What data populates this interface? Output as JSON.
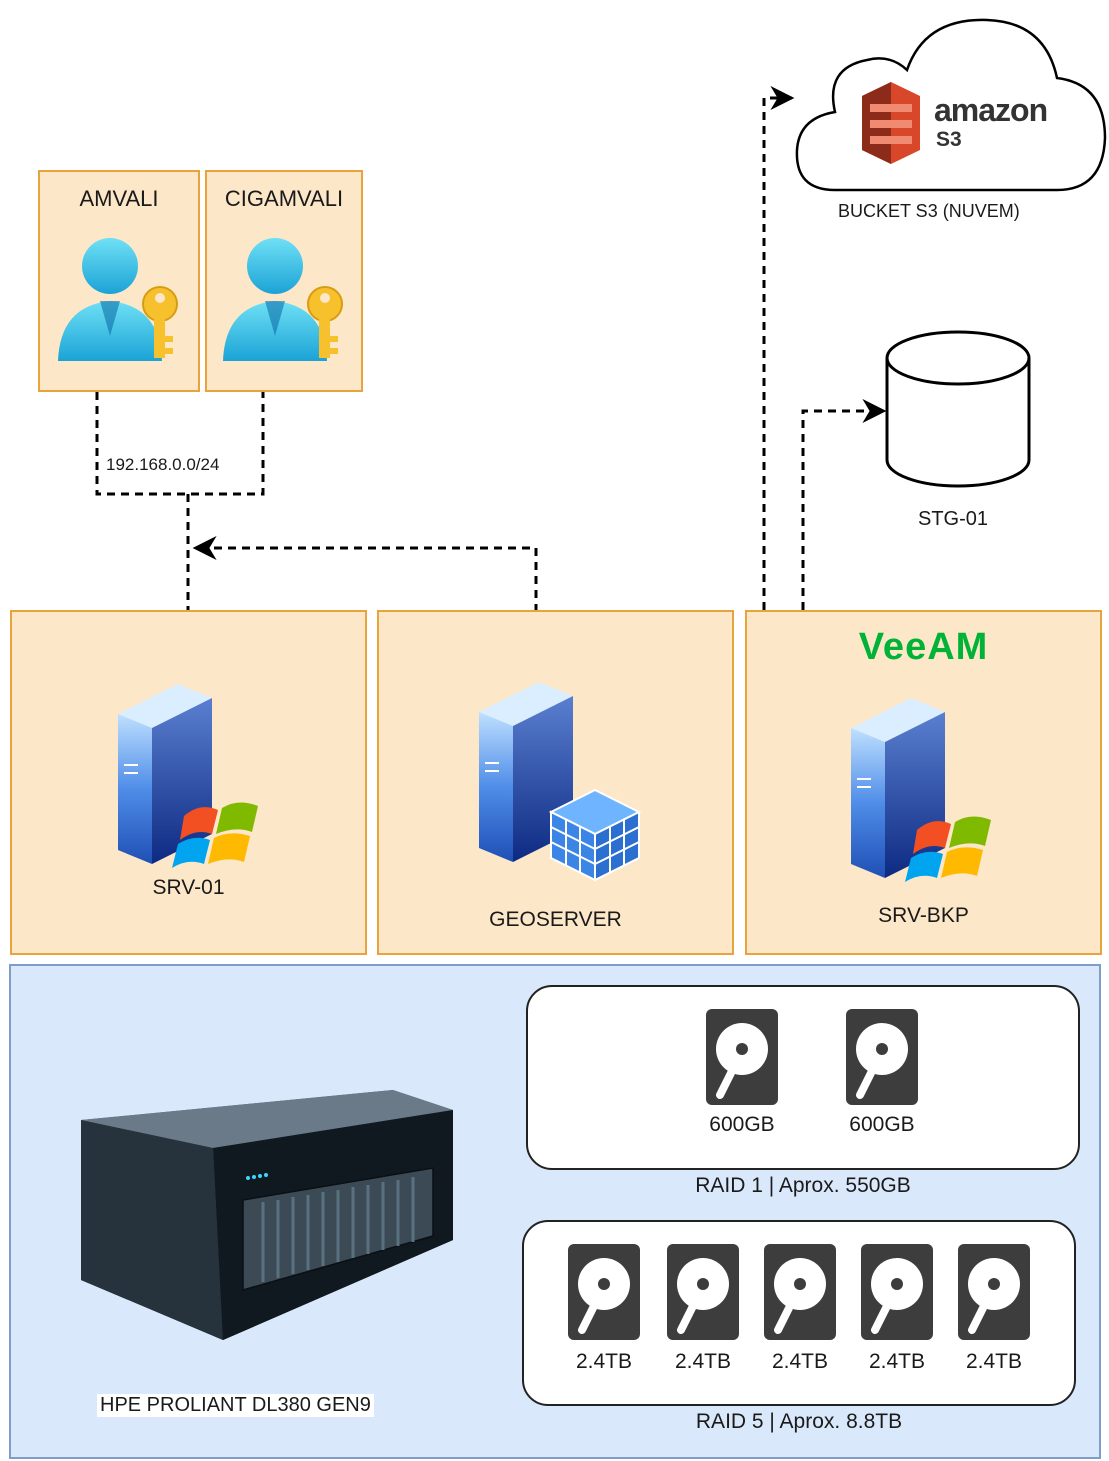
{
  "users": [
    {
      "name": "AMVALI"
    },
    {
      "name": "CIGAMVALI"
    }
  ],
  "network": {
    "subnet": "192.168.0.0/24"
  },
  "cloud": {
    "brand": "amazon",
    "service": "S3",
    "label": "BUCKET S3 (NUVEM)"
  },
  "storage": {
    "label": "STG-01"
  },
  "vms": [
    {
      "name": "SRV-01",
      "icon": "windows-server-icon"
    },
    {
      "name": "GEOSERVER",
      "icon": "database-server-icon"
    },
    {
      "name": "SRV-BKP",
      "icon": "windows-server-icon",
      "logo": "VeeAM"
    }
  ],
  "host": {
    "label": "HPE PROLIANT DL380 GEN9"
  },
  "raid1": {
    "disks": [
      "600GB",
      "600GB"
    ],
    "caption": "RAID 1 | Aprox. 550GB"
  },
  "raid5": {
    "disks": [
      "2.4TB",
      "2.4TB",
      "2.4TB",
      "2.4TB",
      "2.4TB"
    ],
    "caption": "RAID 5 | Aprox. 8.8TB"
  },
  "colors": {
    "box_fill": "#fde7c9",
    "box_border": "#e8a33d",
    "host_fill": "#dae8fb",
    "host_border": "#7e9dc8",
    "veeam_green": "#00b336",
    "aws_red": "#d9472b"
  }
}
